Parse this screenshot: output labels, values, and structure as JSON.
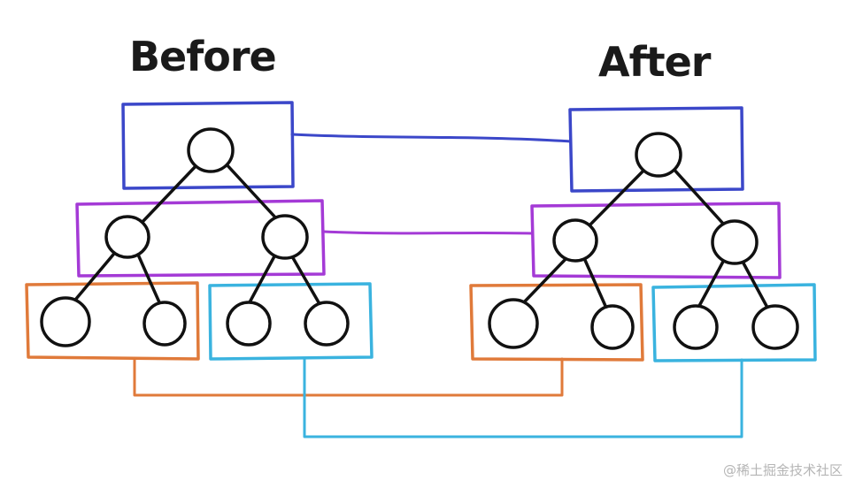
{
  "titles": {
    "before": "Before",
    "after": "After"
  },
  "watermark": "@稀土掘金技术社区",
  "colors": {
    "level_root": "#3b47c9",
    "level_mid": "#a43ad6",
    "level_leaf_left": "#e07a3a",
    "level_leaf_right": "#3ab3df",
    "node_stroke": "#111111",
    "text": "#1a1a1a",
    "watermark": "#b5b5b5"
  }
}
